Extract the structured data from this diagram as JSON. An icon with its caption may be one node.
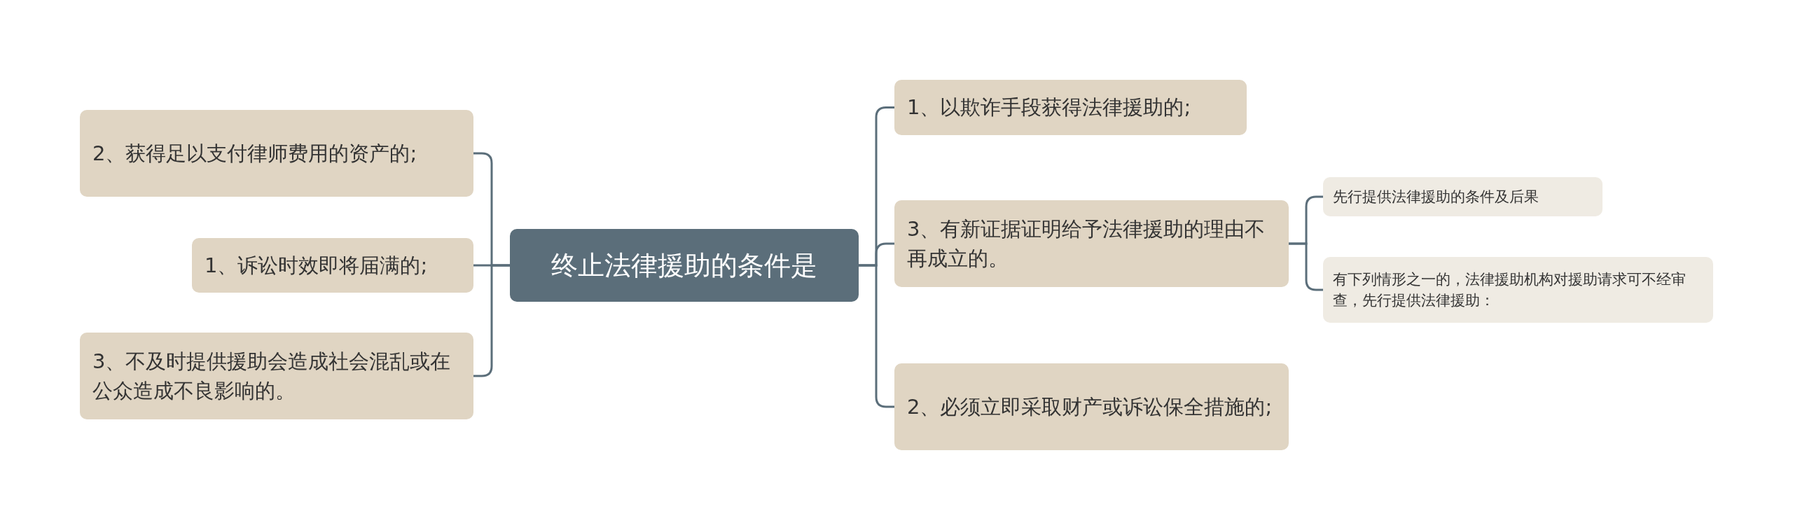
{
  "diagram": {
    "nodes": [
      {
        "text": [
          "终止法律援助的条件是"
        ]
      },
      {
        "text": [
          "2、获得足以支付律师费用的资产的;"
        ]
      },
      {
        "text": [
          "1、诉讼时效即将届满的;"
        ]
      },
      {
        "text": [
          "3、不及时提供援助会造成社会混乱或在公众造成不良影响的。"
        ]
      },
      {
        "text": [
          "1、以欺诈手段获得法律援助的;"
        ]
      },
      {
        "text": [
          "3、有新证据证明给予法律援助的理由不再成立的。"
        ]
      },
      {
        "text": [
          "先行提供法律援助的条件及后果"
        ]
      },
      {
        "text": [
          "有下列情形之一的，法律援助机构对援助请求可不经审查，先行提供法律援助："
        ]
      },
      {
        "text": [
          "2、必须立即采取财产或诉讼保全措施的;"
        ]
      }
    ],
    "edges": [
      {
        "from": 0,
        "to": 1,
        "arrow": "none"
      },
      {
        "from": 0,
        "to": 2,
        "arrow": "none"
      },
      {
        "from": 0,
        "to": 3,
        "arrow": "none"
      },
      {
        "from": 0,
        "to": 4,
        "arrow": "none"
      },
      {
        "from": 0,
        "to": 5,
        "arrow": "none"
      },
      {
        "from": 5,
        "to": 6,
        "arrow": "none"
      },
      {
        "from": 5,
        "to": 7,
        "arrow": "none"
      },
      {
        "from": 0,
        "to": 8,
        "arrow": "none"
      }
    ]
  }
}
